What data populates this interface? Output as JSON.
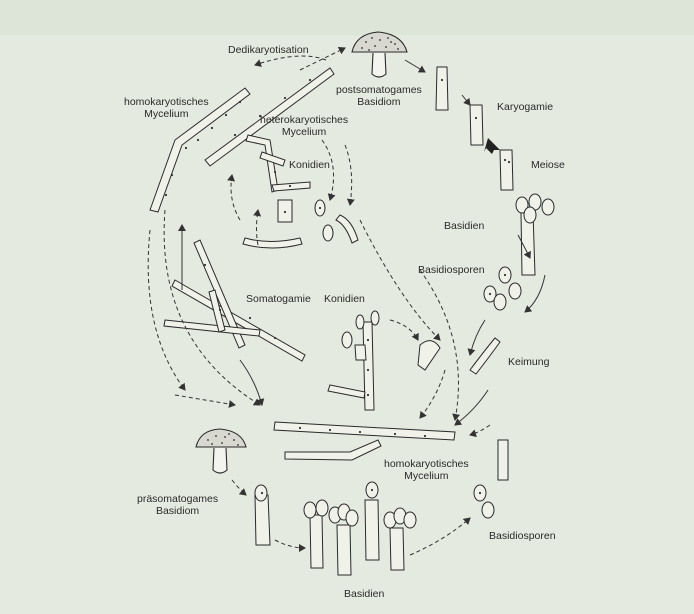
{
  "labels": {
    "dedikaryotisation": "Dedikaryotisation",
    "homo_top": "homokaryotisches\nMycelium",
    "postsomatogames": "postsomatogames\nBasidiom",
    "karyogamie": "Karyogamie",
    "hetero": "heterokaryotisches\nMycelium",
    "konidien_top": "Konidien",
    "meiose": "Meiose",
    "basidien_right": "Basidien",
    "basidiosporen_right": "Basidiosporen",
    "somatogamie": "Somatogamie",
    "konidien_mid": "Konidien",
    "keimung": "Keimung",
    "homo_bottom": "homokaryotisches\nMycelium",
    "praesomatogames": "präsomatogames\nBasidiom",
    "basidiosporen_bottom": "Basidiosporen",
    "basidien_bottom": "Basidien"
  },
  "colors": {
    "background": "#e4eadf",
    "ink": "#2a2a2a",
    "cap_fill": "#d8d8d0"
  }
}
